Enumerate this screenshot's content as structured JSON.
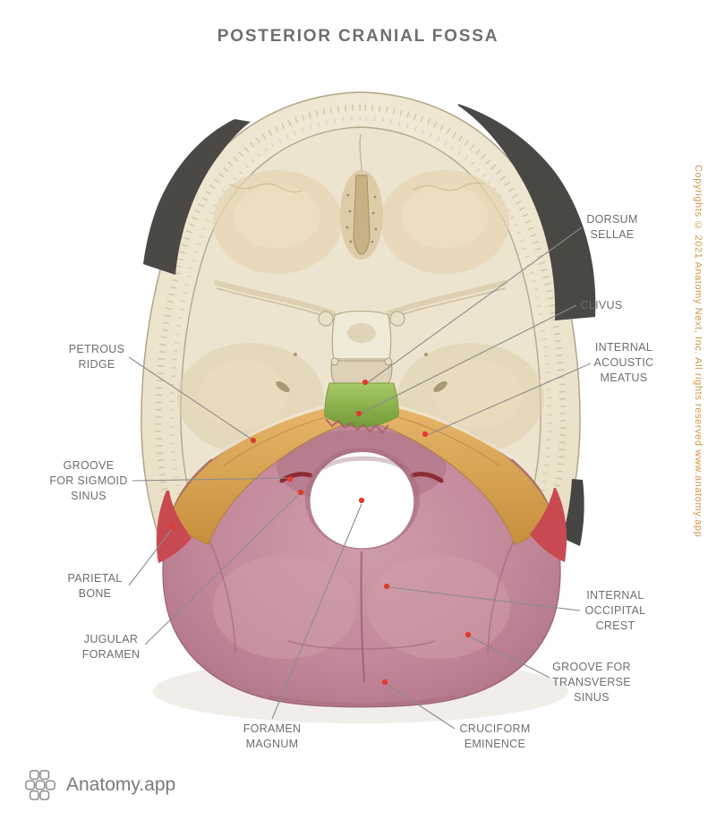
{
  "title": "POSTERIOR CRANIAL FOSSA",
  "copyright": "Copyrights © 2021 Anatomy Next, Inc. All rights reserved www.anatomy.app",
  "brand": {
    "name": "Anatomy.app"
  },
  "colors": {
    "label_text": "#6e6e6e",
    "leader_line": "#8c8c8c",
    "marker_dot": "#e03b2c",
    "copyright_text": "#d2964b",
    "bone_cream": "#ece2ca",
    "posterior_fossa_pink": "#c1879a",
    "petrous_orange": "#ddab5e",
    "clivus_green": "#8fbc4f",
    "sinus_red": "#c84a50",
    "outer_table_dark": "#4a4845"
  },
  "labels": [
    {
      "id": "petrous-ridge",
      "lines": [
        "PETROUS",
        "RIDGE"
      ]
    },
    {
      "id": "groove-for-sigmoid-sinus",
      "lines": [
        "GROOVE",
        "FOR SIGMOID",
        "SINUS"
      ]
    },
    {
      "id": "parietal-bone",
      "lines": [
        "PARIETAL",
        "BONE"
      ]
    },
    {
      "id": "jugular-foramen",
      "lines": [
        "JUGULAR",
        "FORAMEN"
      ]
    },
    {
      "id": "foramen-magnum",
      "lines": [
        "FORAMEN",
        "MAGNUM"
      ]
    },
    {
      "id": "dorsum-sellae",
      "lines": [
        "DORSUM",
        "SELLAE"
      ]
    },
    {
      "id": "clivus",
      "lines": [
        "CLIVUS"
      ]
    },
    {
      "id": "internal-acoustic-meatus",
      "lines": [
        "INTERNAL",
        "ACOUSTIC",
        "MEATUS"
      ]
    },
    {
      "id": "internal-occipital-crest",
      "lines": [
        "INTERNAL",
        "OCCIPITAL",
        "CREST"
      ]
    },
    {
      "id": "groove-for-transverse-sinus",
      "lines": [
        "GROOVE FOR",
        "TRANSVERSE",
        "SINUS"
      ]
    },
    {
      "id": "cruciform-eminence",
      "lines": [
        "CRUCIFORM",
        "EMINENCE"
      ]
    }
  ]
}
